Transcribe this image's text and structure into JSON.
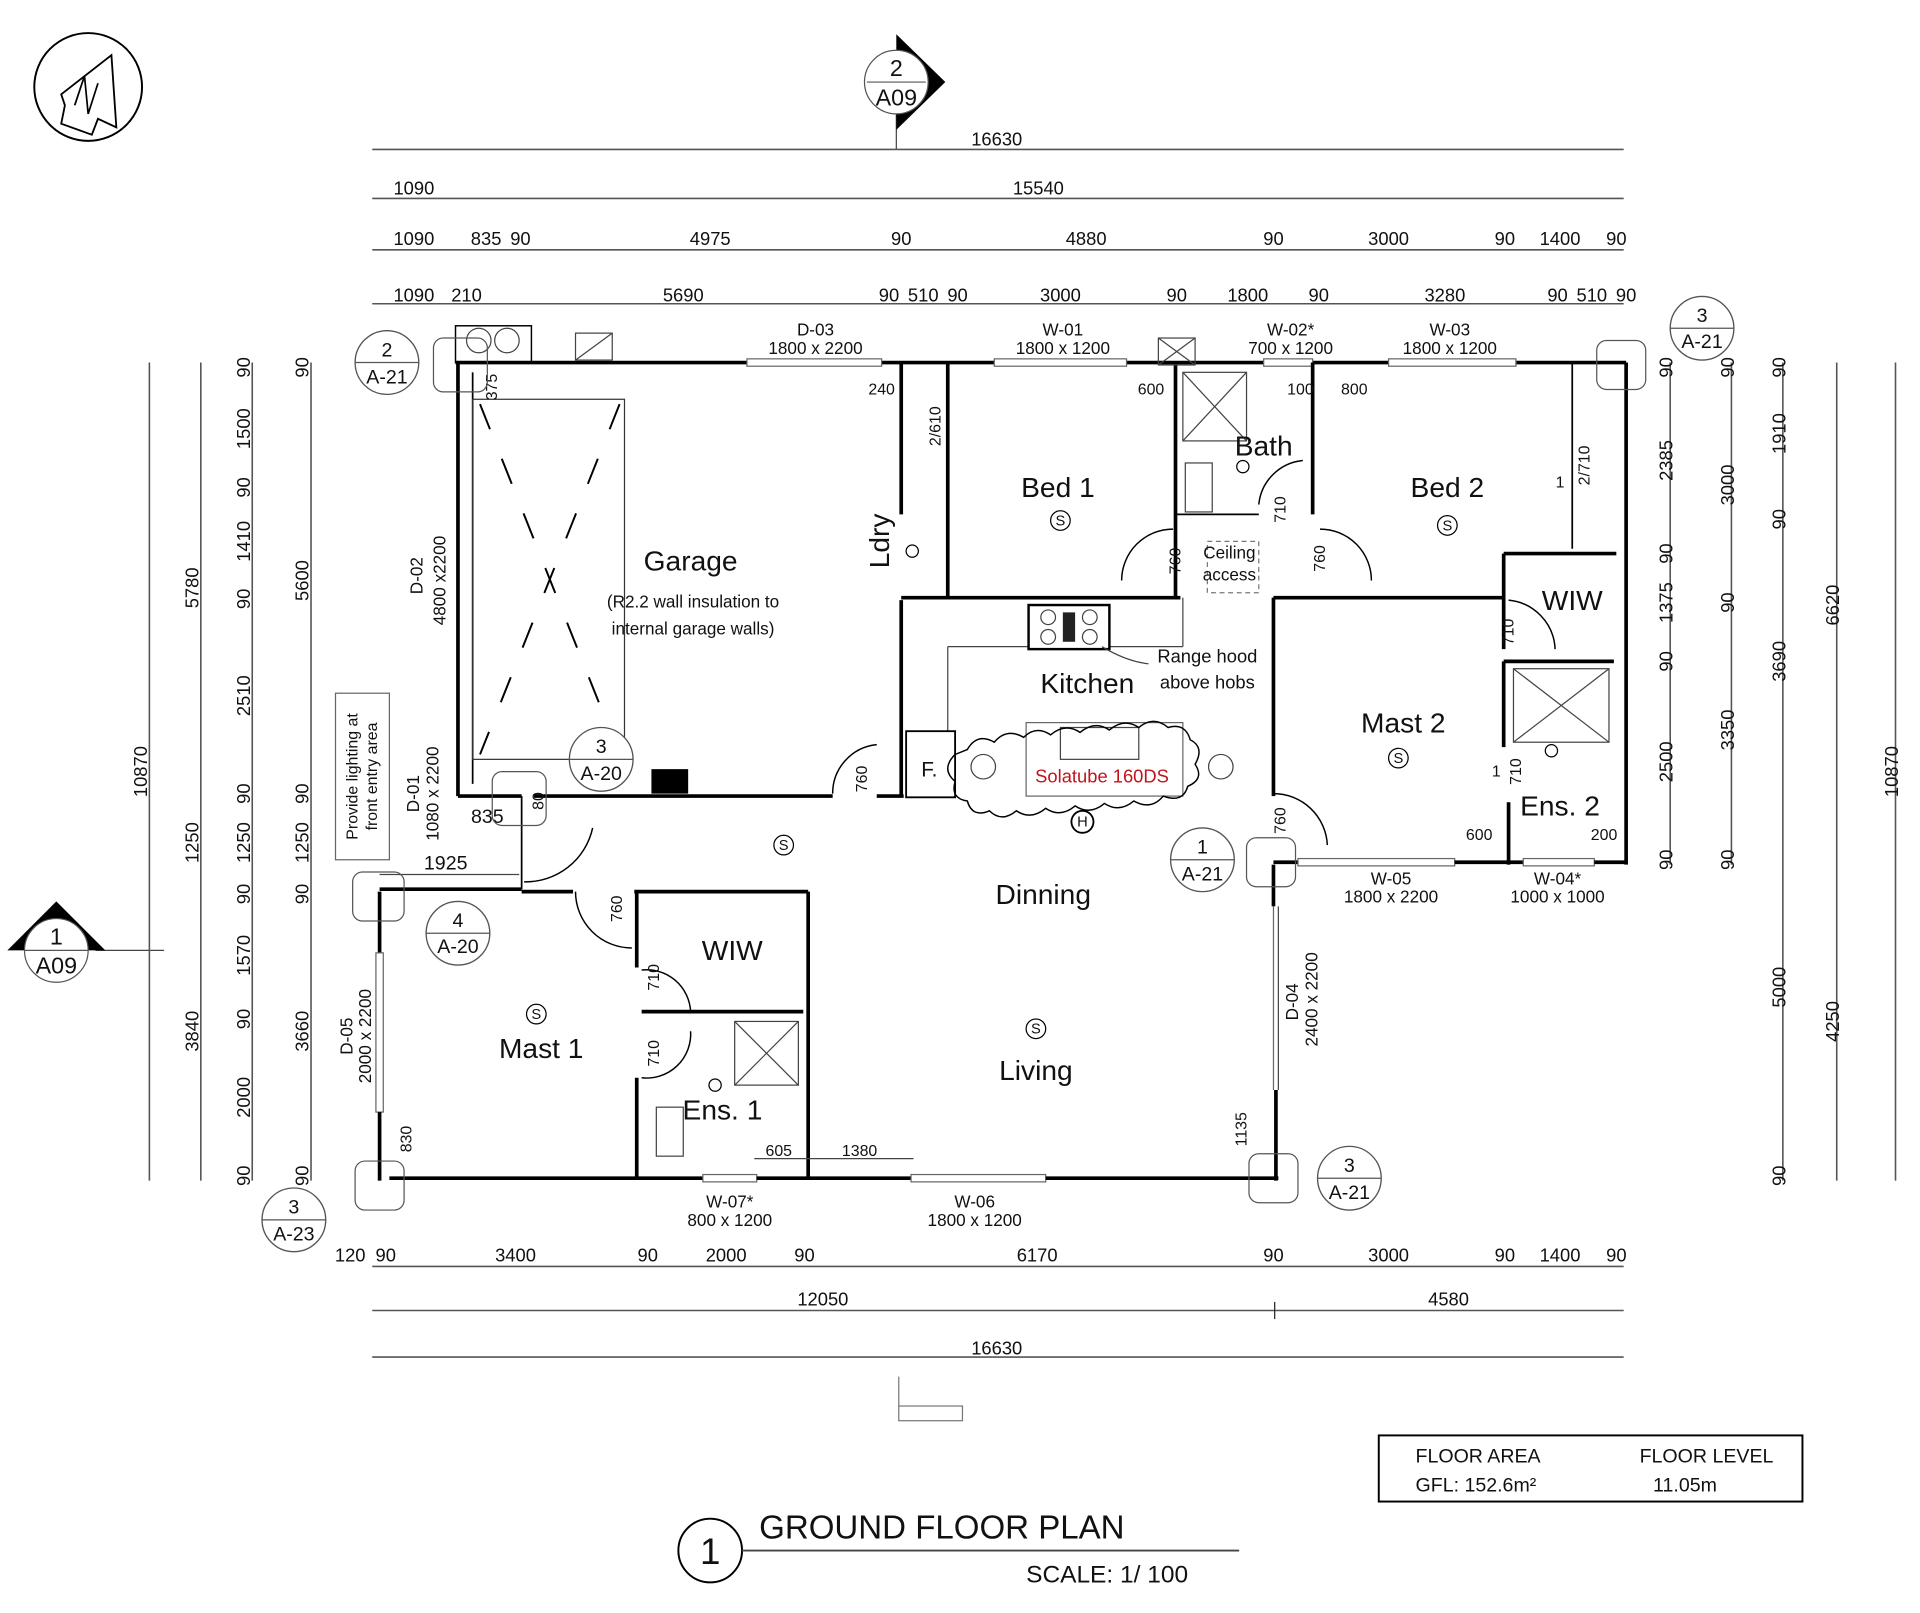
{
  "drawing": {
    "title": "GROUND FLOOR PLAN",
    "number": "1",
    "scale": "SCALE: 1/ 100"
  },
  "north_arrow": {
    "icon": "north-arrow-icon",
    "letter": "N"
  },
  "section_markers": {
    "top": {
      "number": "2",
      "sheet": "A09"
    },
    "left": {
      "number": "1",
      "sheet": "A09"
    }
  },
  "detail_callouts": [
    {
      "id": "c1",
      "number": "2",
      "sheet": "A-21"
    },
    {
      "id": "c2",
      "number": "3",
      "sheet": "A-21"
    },
    {
      "id": "c3",
      "number": "3",
      "sheet": "A-20"
    },
    {
      "id": "c4",
      "number": "4",
      "sheet": "A-20"
    },
    {
      "id": "c5",
      "number": "1",
      "sheet": "A-21"
    },
    {
      "id": "c6",
      "number": "3",
      "sheet": "A-21"
    },
    {
      "id": "c7",
      "number": "3",
      "sheet": "A-23"
    }
  ],
  "top_dimensions": {
    "row1": [
      "16630"
    ],
    "row2": [
      "1090",
      "15540"
    ],
    "row3": [
      "1090",
      "835",
      "90",
      "4975",
      "90",
      "4880",
      "90",
      "3000",
      "90",
      "1400",
      "90"
    ],
    "row4": [
      "1090",
      "210",
      "5690",
      "90",
      "510",
      "90",
      "3000",
      "90",
      "1800",
      "90",
      "3280",
      "90",
      "510",
      "90"
    ]
  },
  "bottom_dimensions": {
    "row1": [
      "120",
      "90",
      "3400",
      "90",
      "2000",
      "90",
      "6170",
      "90",
      "3000",
      "90",
      "1400",
      "90"
    ],
    "row2": [
      "12050",
      "4580"
    ],
    "row3": [
      "16630"
    ]
  },
  "left_dimensions": {
    "col1": [
      "10870"
    ],
    "col2": [
      "5780",
      "1250",
      "3840"
    ],
    "col3": [
      "90",
      "1500",
      "90",
      "1410",
      "90",
      "2510",
      "90",
      "1250",
      "90",
      "1570",
      "90",
      "2000",
      "90"
    ],
    "col4": [
      "90",
      "5600",
      "90",
      "1250",
      "90",
      "3660",
      "90"
    ]
  },
  "right_dimensions": {
    "col1": [
      "90",
      "2385",
      "90",
      "1375",
      "90",
      "2500",
      "90"
    ],
    "col2": [
      "90",
      "3000",
      "90",
      "3350",
      "90"
    ],
    "col3": [
      "90",
      "1910",
      "90",
      "3690",
      "5000",
      "90"
    ],
    "col4": [
      "6620",
      "4250"
    ],
    "col5": [
      "10870"
    ]
  },
  "rooms": {
    "garage": "Garage",
    "garage_note_1": "(R2.2 wall insulation to",
    "garage_note_2": "internal garage walls)",
    "laundry": "Ldry",
    "bed1": "Bed 1",
    "bath": "Bath",
    "bed2": "Bed 2",
    "wiw2": "WIW",
    "mast2": "Mast 2",
    "ens2": "Ens. 2",
    "kitchen": "Kitchen",
    "dinning": "Dinning",
    "living": "Living",
    "mast1": "Mast 1",
    "wiw1": "WIW",
    "ens1": "Ens. 1",
    "fridge": "F."
  },
  "openings": {
    "d01": {
      "tag": "D-01",
      "size": "1080 x 2200"
    },
    "d02": {
      "tag": "D-02",
      "size": "4800 x2200"
    },
    "d03": {
      "tag": "D-03",
      "size": "1800 x 2200"
    },
    "d04": {
      "tag": "D-04",
      "size": "2400 x 2200"
    },
    "d05": {
      "tag": "D-05",
      "size": "2000 x 2200"
    },
    "w01": {
      "tag": "W-01",
      "size": "1800 x 1200"
    },
    "w02": {
      "tag": "W-02*",
      "size": "700 x 1200"
    },
    "w03": {
      "tag": "W-03",
      "size": "1800 x 1200"
    },
    "w04": {
      "tag": "W-04*",
      "size": "1000 x 1000"
    },
    "w05": {
      "tag": "W-05",
      "size": "1800 x 2200"
    },
    "w06": {
      "tag": "W-06",
      "size": "1800 x 1200"
    },
    "w07": {
      "tag": "W-07*",
      "size": "800 x 1200"
    }
  },
  "internal_dims": {
    "d375": "375",
    "d240": "240",
    "d2_610": "2/610",
    "d600a": "600",
    "d100": "100",
    "d800": "800",
    "d2_710": "2/710",
    "d1_bed2": "1",
    "d710_bath": "710",
    "d760_bed1": "760",
    "d760_bed2": "760",
    "d710_wiw2": "710",
    "d710_ens2": "710",
    "d1_ens2": "1",
    "d600b": "600",
    "d200": "200",
    "d760_mast2": "760",
    "d760_garage": "760",
    "d835": "835",
    "d80": "80",
    "d1925": "1925",
    "d760_mast1": "760",
    "d710_wiw1": "710",
    "d710_ens1": "710",
    "d830": "830",
    "d605": "605",
    "d1380": "1380",
    "d1135": "1135"
  },
  "notes": {
    "ceiling_1": "Ceiling",
    "ceiling_2": "access",
    "range_1": "Range hood",
    "range_2": "above hobs",
    "solatube": "Solatube 160DS",
    "lighting_1": "Provide lighting at",
    "lighting_2": "front entry area"
  },
  "symbols": {
    "smoke": "S",
    "heater": "H"
  },
  "floor_table": {
    "area_header": "FLOOR AREA",
    "level_header": "FLOOR LEVEL",
    "area_value": "GFL:  152.6m²",
    "level_value": "11.05m"
  },
  "colors": {
    "annotation_red": "#c0141c",
    "line": "#000000",
    "dim": "#555555"
  }
}
